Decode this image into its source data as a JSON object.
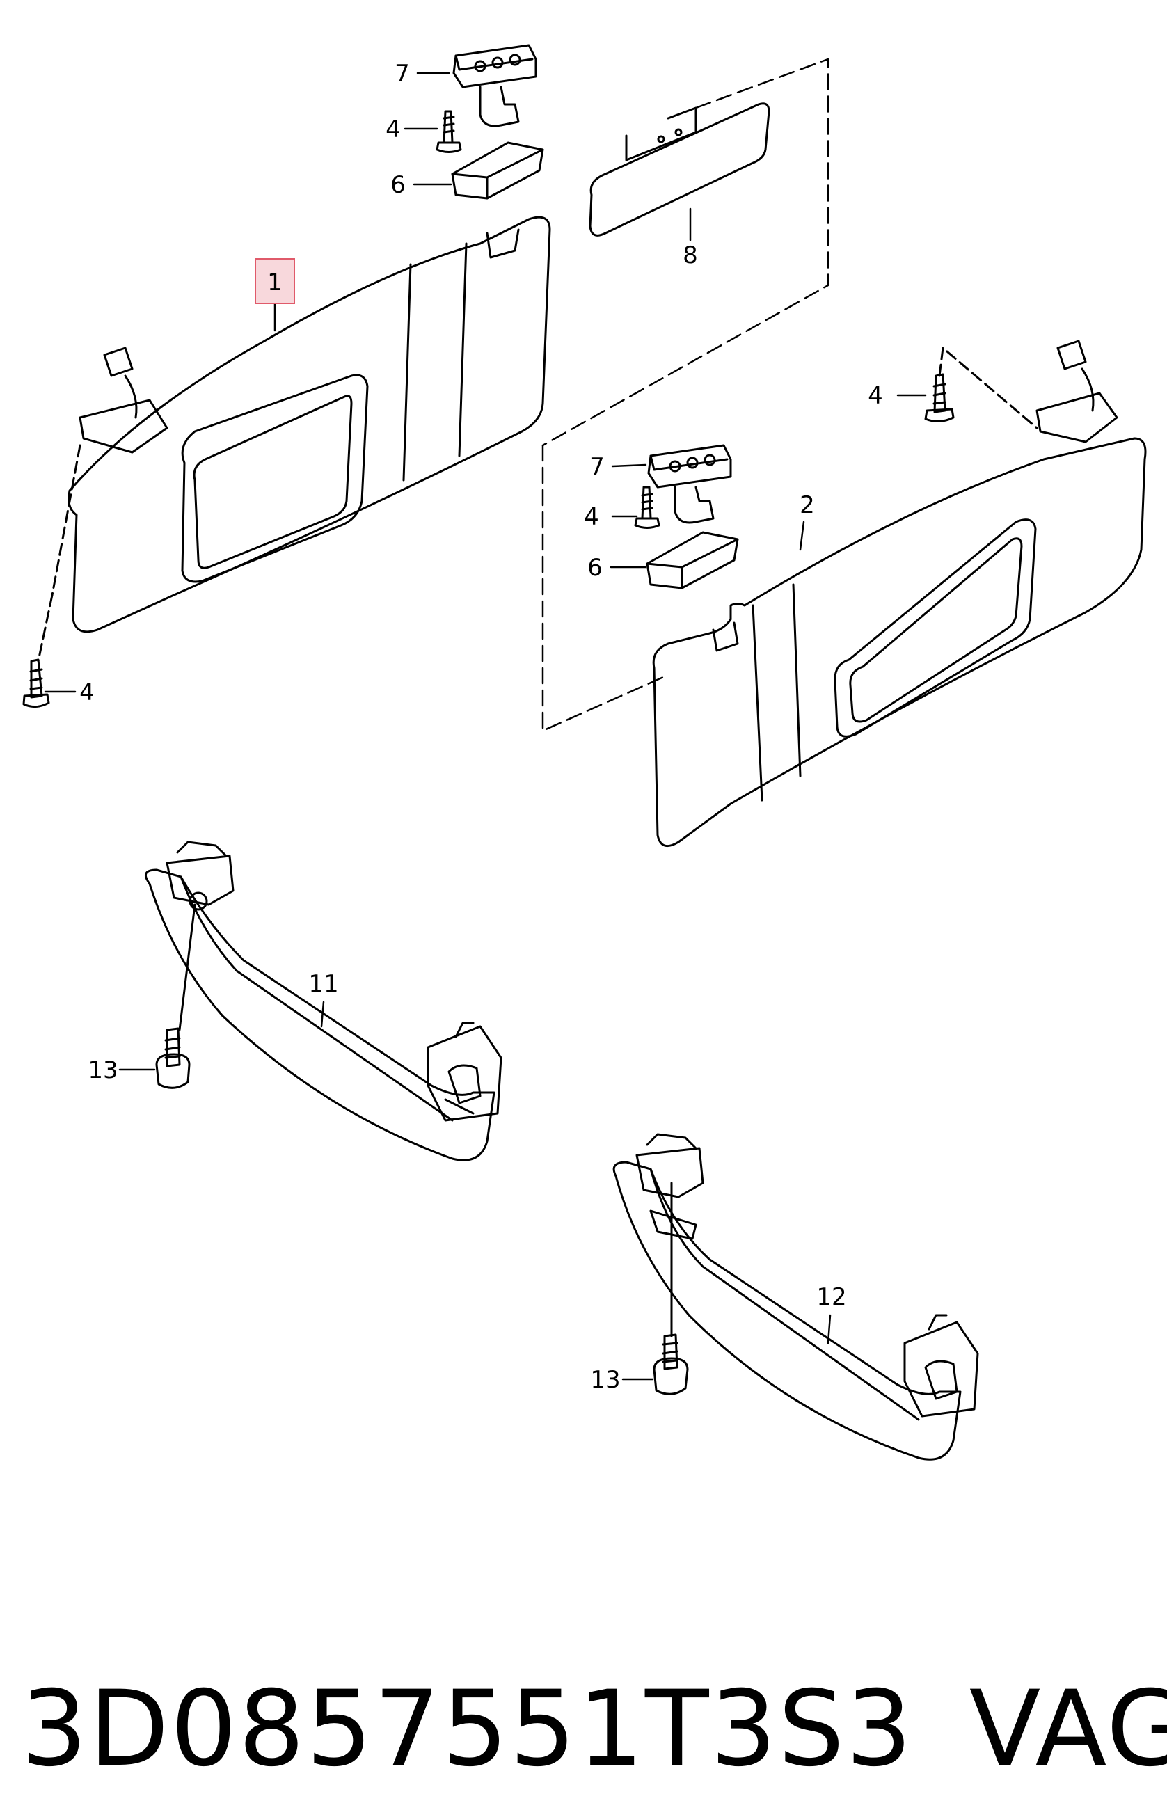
{
  "diagram": {
    "callouts": {
      "c1": "1",
      "c2": "2",
      "c4a": "4",
      "c4b": "4",
      "c4c": "4",
      "c4d": "4",
      "c6a": "6",
      "c6b": "6",
      "c7a": "7",
      "c7b": "7",
      "c8": "8",
      "c11": "11",
      "c12": "12",
      "c13a": "13",
      "c13b": "13"
    },
    "highlight_color": "#e05a6a"
  },
  "caption": {
    "part_number": "3D0857551T3S3",
    "brand": "VAG"
  }
}
